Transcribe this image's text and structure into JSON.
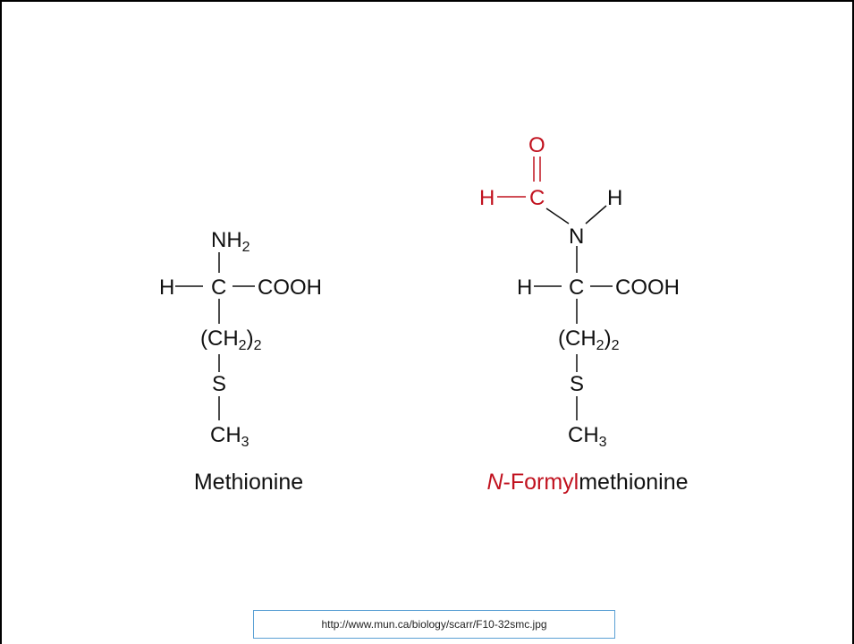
{
  "colors": {
    "highlight": "#c1121f",
    "text": "#111111",
    "url_border": "#5aa0d4"
  },
  "methionine": {
    "amino_group": "NH",
    "amino_sub": "2",
    "h": "H",
    "c": "C",
    "carboxyl": "COOH",
    "chain_open": "(CH",
    "chain_h_sub": "2",
    "chain_close": ")",
    "chain_sub": "2",
    "s": "S",
    "methyl": "CH",
    "methyl_sub": "3",
    "name": "Methionine"
  },
  "formylmethionine": {
    "o": "O",
    "formyl_h": "H",
    "formyl_c": "C",
    "n_h": "H",
    "n": "N",
    "h": "H",
    "c": "C",
    "carboxyl": "COOH",
    "chain_open": "(CH",
    "chain_h_sub": "2",
    "chain_close": ")",
    "chain_sub": "2",
    "s": "S",
    "methyl": "CH",
    "methyl_sub": "3",
    "name_italic": "N",
    "name_red": "-Formyl",
    "name_rest": "methionine"
  },
  "source_url": "http://www.mun.ca/biology/scarr/F10-32smc.jpg"
}
